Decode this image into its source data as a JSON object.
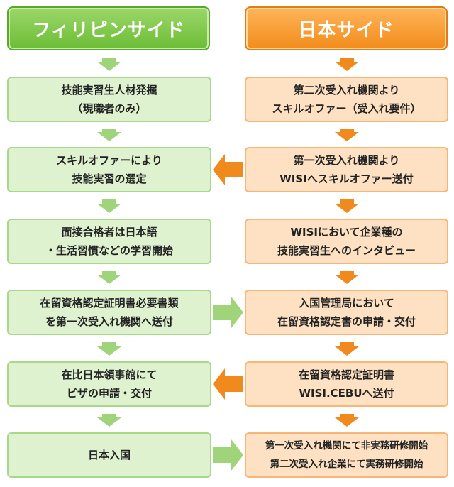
{
  "colors": {
    "philippines_accent": "#6cbd36",
    "philippines_box_fill": "#dff2d0",
    "philippines_arrow": "#9fd47a",
    "japan_accent": "#f28c1b",
    "japan_box_fill": "#fde1c2",
    "japan_arrow": "#f08a1c"
  },
  "headers": {
    "philippines": "フィリピンサイド",
    "japan": "日本サイド"
  },
  "philippines_steps": [
    "技能実習生人材発掘\n（現職者のみ）",
    "スキルオファーにより\n技能実習の選定",
    "面接合格者は日本語\n・生活習慣などの学習開始",
    "在留資格認定証明書必要書類\nを第一次受入れ機関へ送付",
    "在比日本領事館にて\nビザの申請・交付",
    "日本入国"
  ],
  "japan_steps": [
    "第二次受入れ機関より\nスキルオファー（受入れ要件）",
    "第一次受入れ機関より\nWISIへスキルオファー送付",
    "WISIにおいて企業種の\n技能実習生へのインタビュー",
    "入国管理局において\n在留資格認定書の申請・交付",
    "在留資格認定証明書\nWISI.CEBUへ送付",
    "第一次受入れ機関にて非実務研修開始\n第二次受入れ企業にて実務研修開始"
  ],
  "cross_arrows": [
    {
      "row": 2,
      "direction": "left"
    },
    {
      "row": 4,
      "direction": "right"
    },
    {
      "row": 5,
      "direction": "left"
    },
    {
      "row": 6,
      "direction": "right"
    }
  ]
}
